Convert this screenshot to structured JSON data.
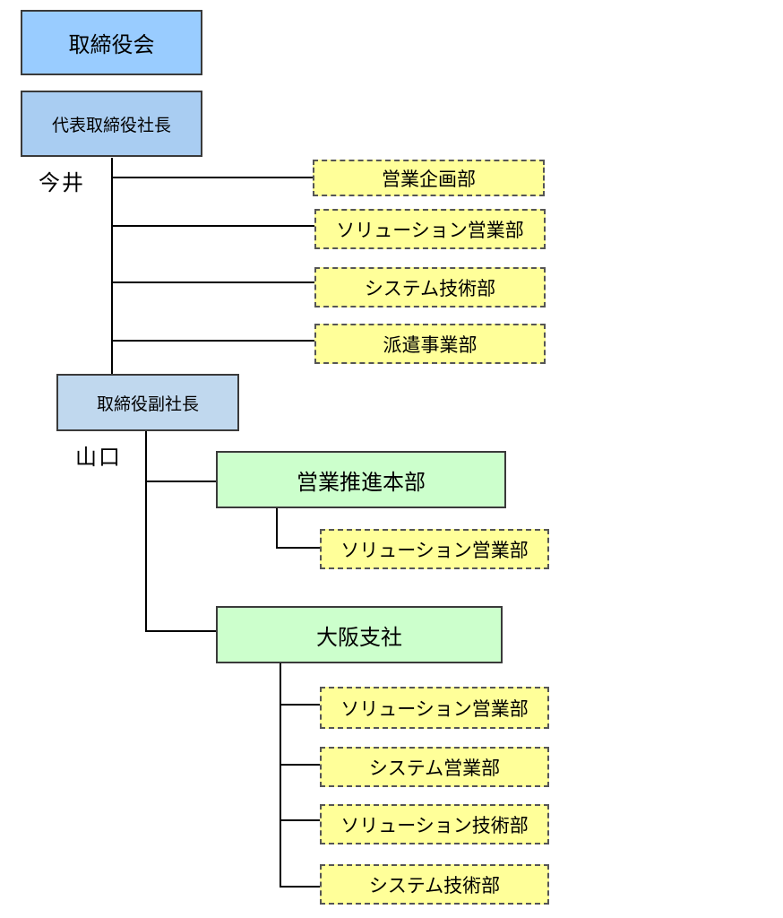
{
  "colors": {
    "board": "#99ccff",
    "president": "#a9cdf2",
    "vice_president": "#c0d8ee",
    "division": "#ccffcc",
    "department": "#ffff99"
  },
  "nodes": {
    "board": "取締役会",
    "president": "代表取締役社長",
    "president_name": "今井",
    "vice_president": "取締役副社長",
    "vice_president_name": "山口",
    "sales_promotion_hq": "営業推進本部",
    "osaka_branch": "大阪支社"
  },
  "president_departments": [
    "営業企画部",
    "ソリューション営業部",
    "システム技術部",
    "派遣事業部"
  ],
  "sales_promotion_departments": [
    "ソリューション営業部"
  ],
  "osaka_departments": [
    "ソリューション営業部",
    "システム営業部",
    "ソリューション技術部",
    "システム技術部"
  ]
}
